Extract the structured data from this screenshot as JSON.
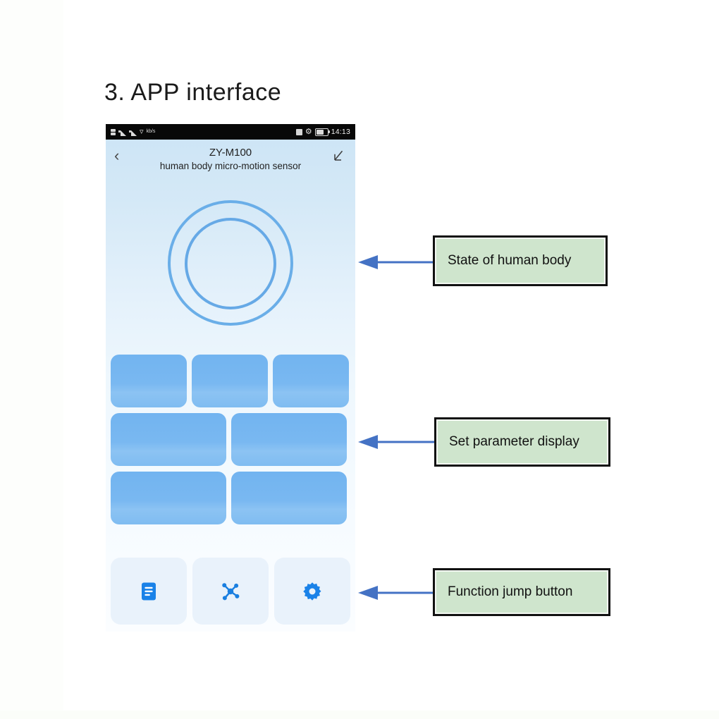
{
  "page": {
    "title": "3. APP interface",
    "ghost_text": ""
  },
  "phone": {
    "status_bar": {
      "time": "14:13",
      "left_icons": [
        "sim-signal-icon",
        "signal-bars-icon",
        "signal-bars-icon",
        "wifi-icon",
        "mobile-data-icon"
      ],
      "right_icons": [
        "vibrate-icon",
        "bluetooth-icon",
        "battery-icon"
      ],
      "data_label": "kb/s"
    },
    "header": {
      "back_label": "‹",
      "title": "ZY-M100",
      "subtitle": "human body micro-motion sensor",
      "edit_icon": "pencil-edit-icon"
    },
    "state_display": {
      "name": "human-body-state-indicator",
      "outer_ring_color": "#6aaee8",
      "inner_ring_color": "#66a9e6"
    },
    "parameter_tiles": {
      "row1": [
        "",
        "",
        ""
      ],
      "row2": [
        "",
        ""
      ],
      "row3": [
        "",
        ""
      ],
      "tile_color": "#79b8f1"
    },
    "function_buttons": [
      {
        "name": "records-button",
        "icon": "document-list-icon"
      },
      {
        "name": "network-button",
        "icon": "network-nodes-icon"
      },
      {
        "name": "settings-button",
        "icon": "gear-icon"
      }
    ],
    "background_top_color": "#cce4f5",
    "background_bottom_color": "#fbfdff"
  },
  "annotations": [
    {
      "name": "callout-state-of-human-body",
      "label": "State of human body"
    },
    {
      "name": "callout-set-parameter-display",
      "label": "Set parameter display"
    },
    {
      "name": "callout-function-jump-button",
      "label": "Function jump button"
    }
  ],
  "colors": {
    "callout_fill": "#cfe5cd",
    "callout_border": "#111111",
    "arrow": "#4472c4",
    "accent_blue": "#1a82e8"
  }
}
